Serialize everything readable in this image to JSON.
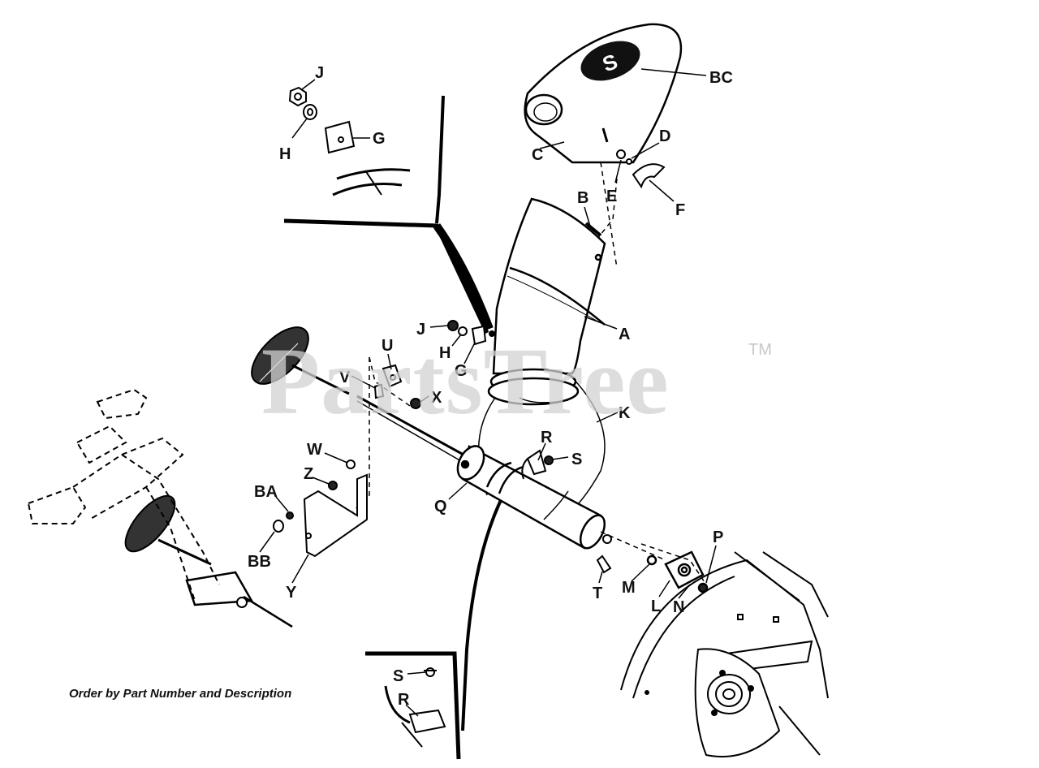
{
  "footer_note": "Order by Part Number and Description",
  "watermark": {
    "text": "PartsTree",
    "trademark": "TM"
  },
  "callouts": {
    "J_top": "J",
    "H_top": "H",
    "G_top": "G",
    "BC": "BC",
    "C": "C",
    "D": "D",
    "E": "E",
    "F": "F",
    "B": "B",
    "A": "A",
    "J_mid": "J",
    "H_mid": "H",
    "G_mid": "G",
    "U": "U",
    "V": "V",
    "X": "X",
    "K": "K",
    "R_mid": "R",
    "S_mid": "S",
    "W": "W",
    "Z": "Z",
    "BA": "BA",
    "BB": "BB",
    "Y": "Y",
    "Q": "Q",
    "T": "T",
    "M": "M",
    "L": "L",
    "N": "N",
    "P": "P",
    "S_bottom": "S",
    "R_bottom": "R"
  },
  "chute_label": "S"
}
